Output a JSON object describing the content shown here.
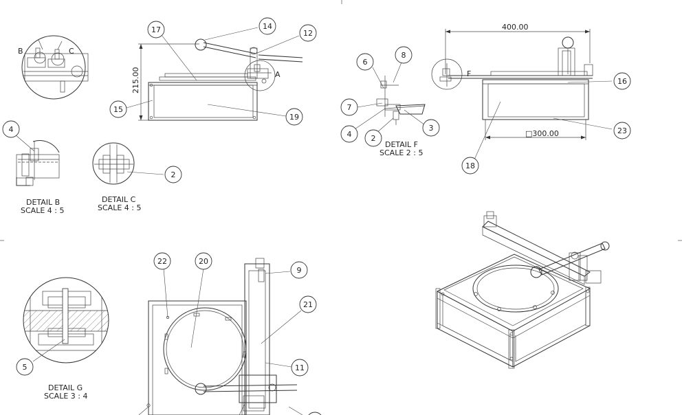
{
  "balloons": {
    "b_14": "14",
    "b_17": "17",
    "b_12": "12",
    "b_15": "15",
    "b_19": "19",
    "b_4_left": "4",
    "b_2_left": "2",
    "b_6": "6",
    "b_8": "8",
    "b_7": "7",
    "b_3": "3",
    "b_4_f": "4",
    "b_2_f": "2",
    "b_16": "16",
    "b_23": "23",
    "b_18": "18",
    "b_22": "22",
    "b_20": "20",
    "b_9": "9",
    "b_21": "21",
    "b_11": "11",
    "b_5": "5"
  },
  "dimensions": {
    "front_height": "215.00",
    "side_width": "400.00",
    "side_base": "□300.00"
  },
  "view_letters": {
    "b": "B",
    "c": "C",
    "a": "A",
    "f": "F"
  },
  "details": {
    "b": {
      "title": "DETAIL B",
      "scale": "SCALE 4 : 5"
    },
    "c": {
      "title": "DETAIL C",
      "scale": "SCALE 4 : 5"
    },
    "f": {
      "title": "DETAIL F",
      "scale": "SCALE 2 : 5"
    },
    "g": {
      "title": "DETAIL G",
      "scale": "SCALE 3 : 4"
    }
  }
}
